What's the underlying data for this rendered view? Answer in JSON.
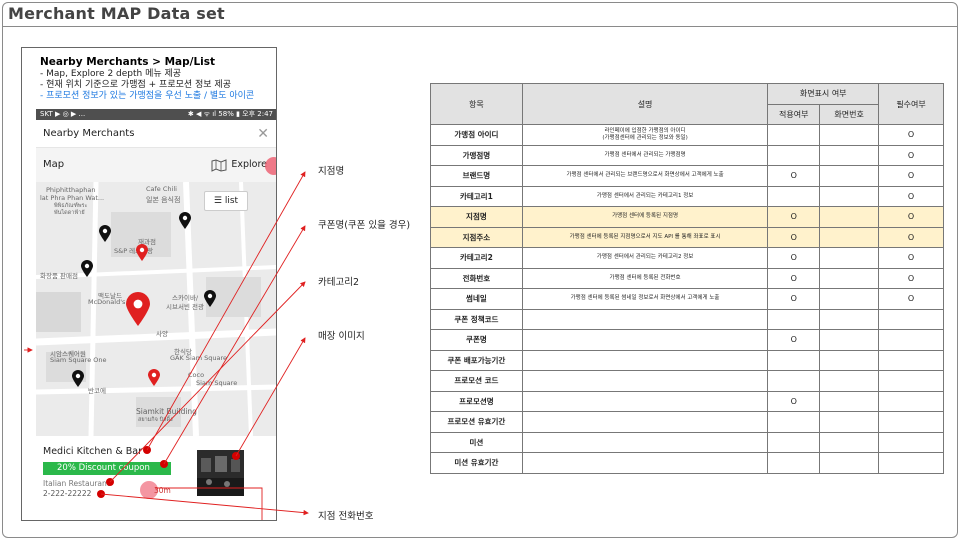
{
  "slide": {
    "title": "Merchant MAP Data set"
  },
  "spec": {
    "title": "Nearby Merchants > Map/List",
    "lines": [
      "- Map, Explore 2 depth 메뉴 제공",
      "- 현재 위치 기준으로 가맹점 + 프로모션 정보 제공"
    ],
    "blue_line": "- 프로모션 정보가 있는 가맹점을 우선 노출 / 별도 아이콘"
  },
  "statusbar": {
    "left": "SKT ▶ ◎ ▶ ...",
    "right": "✱ ◀ ᯤ ıl 58% ▮ 오후 2:47"
  },
  "appbar": {
    "title": "Nearby Merchants",
    "close": "✕"
  },
  "subbar": {
    "label": "Map",
    "explore": "Explore"
  },
  "map": {
    "list_label": "list",
    "labels": [
      "Phiphitthaphan",
      "lat Phra Phan Wat...",
      "พิพิธภัณฑ์พระ",
      "พันไดดาฟ้ายั",
      "Cafe Chili",
      "일본 음식점",
      "재과점",
      "S&P 레스토랑",
      "화장품 판매점",
      "맥도날드",
      "McDonald's - Sia...",
      "스카이바/",
      "시브서빈 전광",
      "사양",
      "시암스퀘어원",
      "Siam Square One",
      "한식당",
      "GAK Siam Square",
      "Coco",
      "Siam Square",
      "반코에",
      "Siamkit Building",
      "สยามกิจ บิลดิ้ง"
    ]
  },
  "card": {
    "name": "Medici Kitchen & Bar",
    "coupon": "20% Discount coupon",
    "category": "Italian Restaurant",
    "phone": "2-222-22222",
    "distance": "30m"
  },
  "callouts": {
    "branch_name": "지점명",
    "coupon_name": "쿠폰명(쿠폰 있을 경우)",
    "category2": "카테고리2",
    "store_image": "매장 이미지",
    "branch_phone": "지점 전화번호"
  },
  "table": {
    "headers": {
      "item": "항목",
      "desc": "설명",
      "display": "화면표시 여부",
      "applied": "적용여부",
      "screen_no": "화면번호",
      "required": "필수여부"
    },
    "rows": [
      {
        "item": "가맹점 아이디",
        "desc": "라인페이에 입점한 가맹점의 아이디",
        "desc2": "(가맹점센터에 관리되는 정보와 동일)",
        "applied": "",
        "screen_no": "",
        "required": "O",
        "highlight": false
      },
      {
        "item": "가맹점명",
        "desc": "가맹점 센터에서 관리되는 가맹점명",
        "desc2": "",
        "applied": "",
        "screen_no": "",
        "required": "O",
        "highlight": false
      },
      {
        "item": "브랜드명",
        "desc": "가맹점 센터에서 관리되는 브랜드명으로서 화면상에서 고객에게 노출",
        "desc2": "",
        "applied": "O",
        "screen_no": "",
        "required": "O",
        "highlight": false
      },
      {
        "item": "카테고리1",
        "desc": "가맹점 센터에서 관리되는 카테고리1 정보",
        "desc2": "",
        "applied": "",
        "screen_no": "",
        "required": "O",
        "highlight": false
      },
      {
        "item": "지점명",
        "desc": "가맹점 센터에 등록된 지점명",
        "desc2": "",
        "applied": "O",
        "screen_no": "",
        "required": "O",
        "highlight": true
      },
      {
        "item": "지점주소",
        "desc": "가맹점 센터에 등록된 지점명으로서 지도 API 를 통해 좌표로 표시",
        "desc2": "",
        "applied": "O",
        "screen_no": "",
        "required": "O",
        "highlight": true
      },
      {
        "item": "카테고리2",
        "desc": "가맹점 센터에서 관리되는 카테고리2 정보",
        "desc2": "",
        "applied": "O",
        "screen_no": "",
        "required": "O",
        "highlight": false
      },
      {
        "item": "전화번호",
        "desc": "가맹점 센터에 등록된 전화번호",
        "desc2": "",
        "applied": "O",
        "screen_no": "",
        "required": "O",
        "highlight": false
      },
      {
        "item": "썸네일",
        "desc": "가맹점 센터에 등록된 썸네일 정보로서 화면상에서 고객에게 노출",
        "desc2": "",
        "applied": "O",
        "screen_no": "",
        "required": "O",
        "highlight": false
      },
      {
        "item": "쿠폰 정책코드",
        "desc": "",
        "desc2": "",
        "applied": "",
        "screen_no": "",
        "required": "",
        "highlight": false
      },
      {
        "item": "쿠폰명",
        "desc": "",
        "desc2": "",
        "applied": "O",
        "screen_no": "",
        "required": "",
        "highlight": false
      },
      {
        "item": "쿠폰 배포가능기간",
        "desc": "",
        "desc2": "",
        "applied": "",
        "screen_no": "",
        "required": "",
        "highlight": false
      },
      {
        "item": "프로모션 코드",
        "desc": "",
        "desc2": "",
        "applied": "",
        "screen_no": "",
        "required": "",
        "highlight": false
      },
      {
        "item": "프로모션명",
        "desc": "",
        "desc2": "",
        "applied": "O",
        "screen_no": "",
        "required": "",
        "highlight": false
      },
      {
        "item": "프로모션 유효기간",
        "desc": "",
        "desc2": "",
        "applied": "",
        "screen_no": "",
        "required": "",
        "highlight": false
      },
      {
        "item": "미션",
        "desc": "",
        "desc2": "",
        "applied": "",
        "screen_no": "",
        "required": "",
        "highlight": false
      },
      {
        "item": "미션 유효기간",
        "desc": "",
        "desc2": "",
        "applied": "",
        "screen_no": "",
        "required": "",
        "highlight": false
      }
    ]
  },
  "colors": {
    "accent_red": "#e02020",
    "coupon_green": "#2bb84a",
    "highlight_row": "#fff2cc",
    "header_gray": "#e2e2e2",
    "link_blue": "#1f7ae0"
  }
}
